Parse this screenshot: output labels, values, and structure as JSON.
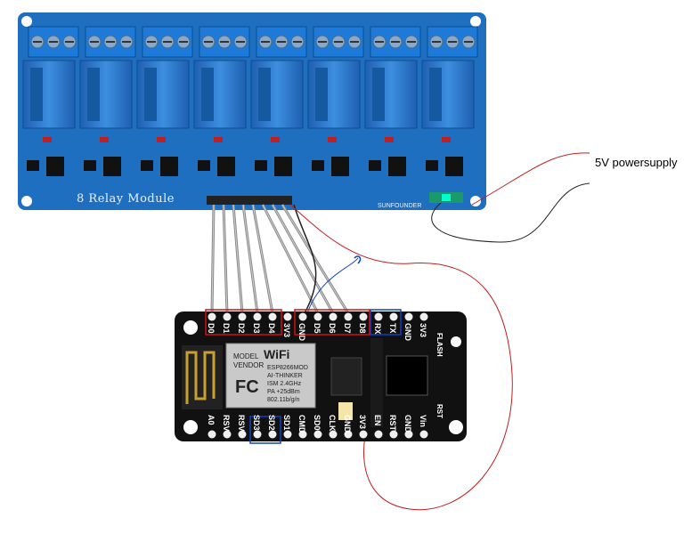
{
  "relay_board": {
    "title": "8 Relay Module",
    "brand": "SUNFOUNDER",
    "relay_count": 8,
    "color": "#1f6fc0"
  },
  "power_supply": {
    "label": "5V powersupply"
  },
  "esp_board": {
    "top_pins": [
      "D0",
      "D1",
      "D2",
      "D3",
      "D4",
      "3V3",
      "GND",
      "D5",
      "D6",
      "D7",
      "D8",
      "RX",
      "TX",
      "GND",
      "3V3"
    ],
    "bottom_pins": [
      "A0",
      "RSV",
      "RSV",
      "SD3",
      "SD2",
      "SD1",
      "CMD",
      "SD0",
      "CLK",
      "GND",
      "3V3",
      "EN",
      "RST",
      "GND",
      "Vin"
    ],
    "side_labels": [
      "FLASH",
      "RST"
    ],
    "module_text": {
      "wifi": "WiFi",
      "fc": "FC",
      "model": "MODEL",
      "vendor": "VENDOR",
      "chip": "ESP8266MOD",
      "maker": "AI-THINKER",
      "ism": "ISM 2.4GHz",
      "pa": "PA +25dBm",
      "std": "802.11b/g/n"
    }
  },
  "colors": {
    "board_black": "#111111",
    "highlight_red": "#d01010",
    "highlight_blue": "#1040c0",
    "wire_gray": "#888888",
    "wire_red": "#c02020"
  }
}
